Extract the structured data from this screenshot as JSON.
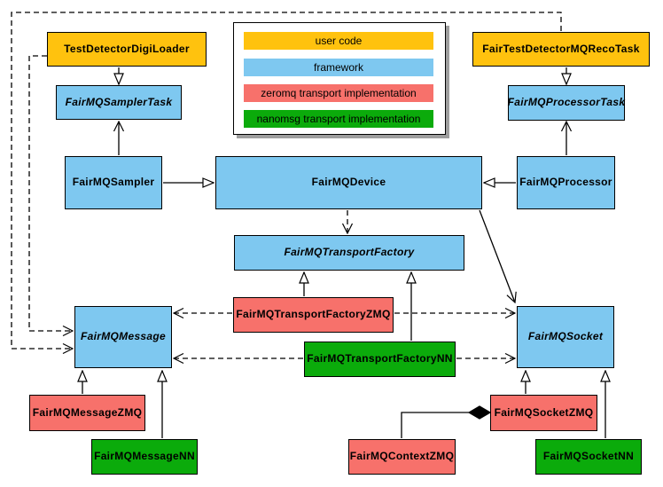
{
  "colors": {
    "user_code": "#FFC20E",
    "framework": "#7EC8F0",
    "zeromq": "#F7716B",
    "nanomsg": "#0BAB0B"
  },
  "legend": {
    "items": [
      {
        "label": "user code",
        "color_key": "user_code"
      },
      {
        "label": "framework",
        "color_key": "framework"
      },
      {
        "label": "zeromq transport implementation",
        "color_key": "zeromq"
      },
      {
        "label": "nanomsg transport implementation",
        "color_key": "nanomsg"
      }
    ]
  },
  "nodes": {
    "test_detector_digi_loader": {
      "label": "TestDetectorDigiLoader",
      "type": "user_code"
    },
    "fair_test_detector_mq_reco_task": {
      "label": "FairTestDetectorMQRecoTask",
      "type": "user_code"
    },
    "fairmq_sampler_task": {
      "label": "FairMQSamplerTask",
      "type": "framework",
      "abstract": true
    },
    "fairmq_processor_task": {
      "label": "FairMQProcessorTask",
      "type": "framework",
      "abstract": true
    },
    "fairmq_sampler": {
      "label": "FairMQSampler",
      "type": "framework"
    },
    "fairmq_device": {
      "label": "FairMQDevice",
      "type": "framework"
    },
    "fairmq_processor": {
      "label": "FairMQProcessor",
      "type": "framework"
    },
    "fairmq_transport_factory": {
      "label": "FairMQTransportFactory",
      "type": "framework",
      "abstract": true
    },
    "fairmq_transport_factory_zmq": {
      "label": "FairMQTransportFactoryZMQ",
      "type": "zeromq"
    },
    "fairmq_transport_factory_nn": {
      "label": "FairMQTransportFactoryNN",
      "type": "nanomsg"
    },
    "fairmq_message": {
      "label": "FairMQMessage",
      "type": "framework",
      "abstract": true
    },
    "fairmq_socket": {
      "label": "FairMQSocket",
      "type": "framework",
      "abstract": true
    },
    "fairmq_message_zmq": {
      "label": "FairMQMessageZMQ",
      "type": "zeromq"
    },
    "fairmq_message_nn": {
      "label": "FairMQMessageNN",
      "type": "nanomsg"
    },
    "fairmq_context_zmq": {
      "label": "FairMQContextZMQ",
      "type": "zeromq"
    },
    "fairmq_socket_zmq": {
      "label": "FairMQSocketZMQ",
      "type": "zeromq"
    },
    "fairmq_socket_nn": {
      "label": "FairMQSocketNN",
      "type": "nanomsg"
    }
  },
  "edges": [
    {
      "from": "TestDetectorDigiLoader",
      "to": "FairMQSamplerTask",
      "type": "inheritance",
      "line": "solid"
    },
    {
      "from": "FairTestDetectorMQRecoTask",
      "to": "FairMQProcessorTask",
      "type": "inheritance",
      "line": "solid"
    },
    {
      "from": "FairMQSampler",
      "to": "FairMQSamplerTask",
      "type": "association",
      "line": "solid"
    },
    {
      "from": "FairMQProcessor",
      "to": "FairMQProcessorTask",
      "type": "association",
      "line": "solid"
    },
    {
      "from": "FairMQSampler",
      "to": "FairMQDevice",
      "type": "inheritance",
      "line": "solid"
    },
    {
      "from": "FairMQProcessor",
      "to": "FairMQDevice",
      "type": "inheritance",
      "line": "solid"
    },
    {
      "from": "FairMQDevice",
      "to": "FairMQTransportFactory",
      "type": "dependency",
      "line": "dashed"
    },
    {
      "from": "FairMQDevice",
      "to": "FairMQSocket",
      "type": "association",
      "line": "solid"
    },
    {
      "from": "FairMQTransportFactoryZMQ",
      "to": "FairMQTransportFactory",
      "type": "inheritance",
      "line": "solid"
    },
    {
      "from": "FairMQTransportFactoryNN",
      "to": "FairMQTransportFactory",
      "type": "inheritance",
      "line": "solid"
    },
    {
      "from": "FairMQTransportFactoryZMQ",
      "to": "FairMQMessage",
      "type": "dependency",
      "line": "dashed"
    },
    {
      "from": "FairMQTransportFactoryZMQ",
      "to": "FairMQSocket",
      "type": "dependency",
      "line": "dashed"
    },
    {
      "from": "FairMQTransportFactoryNN",
      "to": "FairMQMessage",
      "type": "dependency",
      "line": "dashed"
    },
    {
      "from": "FairMQTransportFactoryNN",
      "to": "FairMQSocket",
      "type": "dependency",
      "line": "dashed"
    },
    {
      "from": "FairMQMessageZMQ",
      "to": "FairMQMessage",
      "type": "inheritance",
      "line": "solid"
    },
    {
      "from": "FairMQMessageNN",
      "to": "FairMQMessage",
      "type": "inheritance",
      "line": "solid"
    },
    {
      "from": "FairMQSocketZMQ",
      "to": "FairMQSocket",
      "type": "inheritance",
      "line": "solid"
    },
    {
      "from": "FairMQSocketNN",
      "to": "FairMQSocket",
      "type": "inheritance",
      "line": "solid"
    },
    {
      "from": "FairMQContextZMQ",
      "to": "FairMQSocketZMQ",
      "type": "composition",
      "line": "solid"
    },
    {
      "from": "TestDetectorDigiLoader",
      "to": "FairMQMessage",
      "type": "dependency",
      "line": "dashed"
    },
    {
      "from": "FairTestDetectorMQRecoTask",
      "to": "FairMQMessage",
      "type": "dependency",
      "line": "dashed"
    }
  ]
}
